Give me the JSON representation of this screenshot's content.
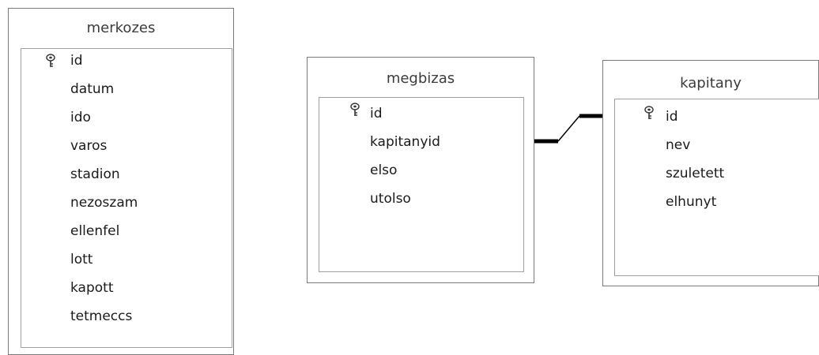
{
  "tables": {
    "merkozes": {
      "title": "merkozes",
      "fields": [
        "id",
        "datum",
        "ido",
        "varos",
        "stadion",
        "nezoszam",
        "ellenfel",
        "lott",
        "kapott",
        "tetmeccs"
      ],
      "primary_key": "id"
    },
    "megbizas": {
      "title": "megbizas",
      "fields": [
        "id",
        "kapitanyid",
        "elso",
        "utolso"
      ],
      "primary_key": "id"
    },
    "kapitany": {
      "title": "kapitany",
      "fields": [
        "id",
        "nev",
        "szuletett",
        "elhunyt"
      ],
      "primary_key": "id"
    }
  },
  "icons": {
    "primary_key": "key-icon"
  },
  "colors": {
    "outer_border": "#7a7a7a",
    "inner_border": "#a0a0a0",
    "relationship_line": "#000000"
  }
}
